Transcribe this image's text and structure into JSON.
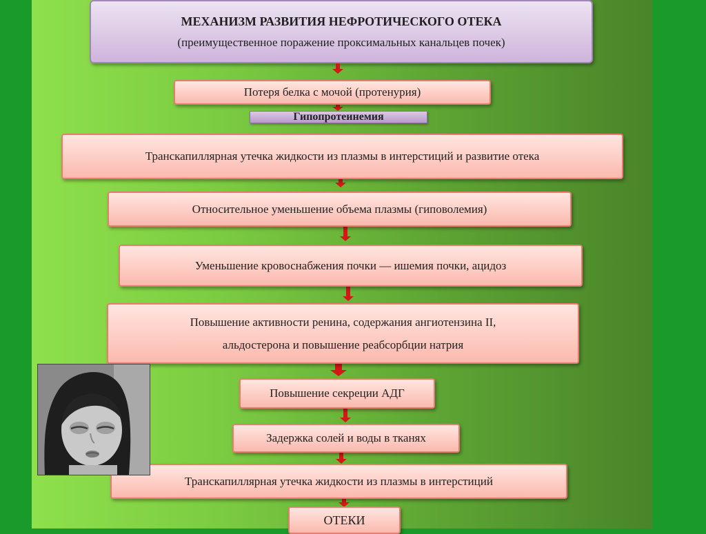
{
  "header": {
    "title": "МЕХАНИЗМ РАЗВИТИЯ НЕФРОТИЧЕСКОГО ОТЕКА",
    "subtitle": "(преимущественное поражение проксимальных канальцев почек)"
  },
  "mid_label": "Гипопротеинемия",
  "steps": [
    "Потеря белка с мочой (протенурия)",
    "Транскапиллярная утечка жидкости из плазмы в интерстиций и развитие отека",
    "Относительное уменьшение объема плазмы (гиповолемия)",
    "Уменьшение кровоснабжения почки — ишемия почки, ацидоз",
    [
      "Повышение активности ренина, содержания ангиотензина II,",
      "альдостерона и повышение реабсорбции натрия"
    ],
    "Повышение секреции АДГ",
    "Задержка солей и воды в тканях",
    "Транскапиллярная утечка жидкости из плазмы в интерстиций",
    "ОТЕКИ"
  ],
  "colors": {
    "arrow": "#d41818",
    "box_fill": "#fbb9ae",
    "box_border": "#e97c70",
    "header_fill": "#cfb4dc",
    "background": "#1a9a2a"
  },
  "image": {
    "subject": "photo of a child with facial edema"
  }
}
